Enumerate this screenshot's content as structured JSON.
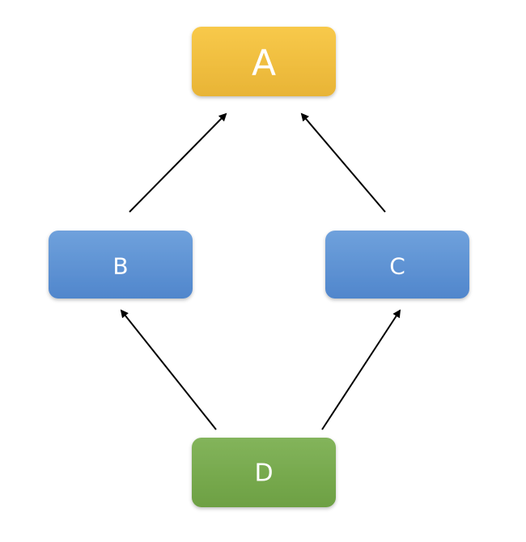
{
  "nodes": {
    "a": {
      "label": "A",
      "color_top": "#f8c94a",
      "color_bottom": "#e8b436"
    },
    "b": {
      "label": "B",
      "color_top": "#6fa1dc",
      "color_bottom": "#5086cc"
    },
    "c": {
      "label": "C",
      "color_top": "#6fa1dc",
      "color_bottom": "#5086cc"
    },
    "d": {
      "label": "D",
      "color_top": "#83b45b",
      "color_bottom": "#6da043"
    }
  },
  "edges": [
    {
      "from": "b",
      "to": "a"
    },
    {
      "from": "c",
      "to": "a"
    },
    {
      "from": "d",
      "to": "b"
    },
    {
      "from": "d",
      "to": "c"
    }
  ]
}
